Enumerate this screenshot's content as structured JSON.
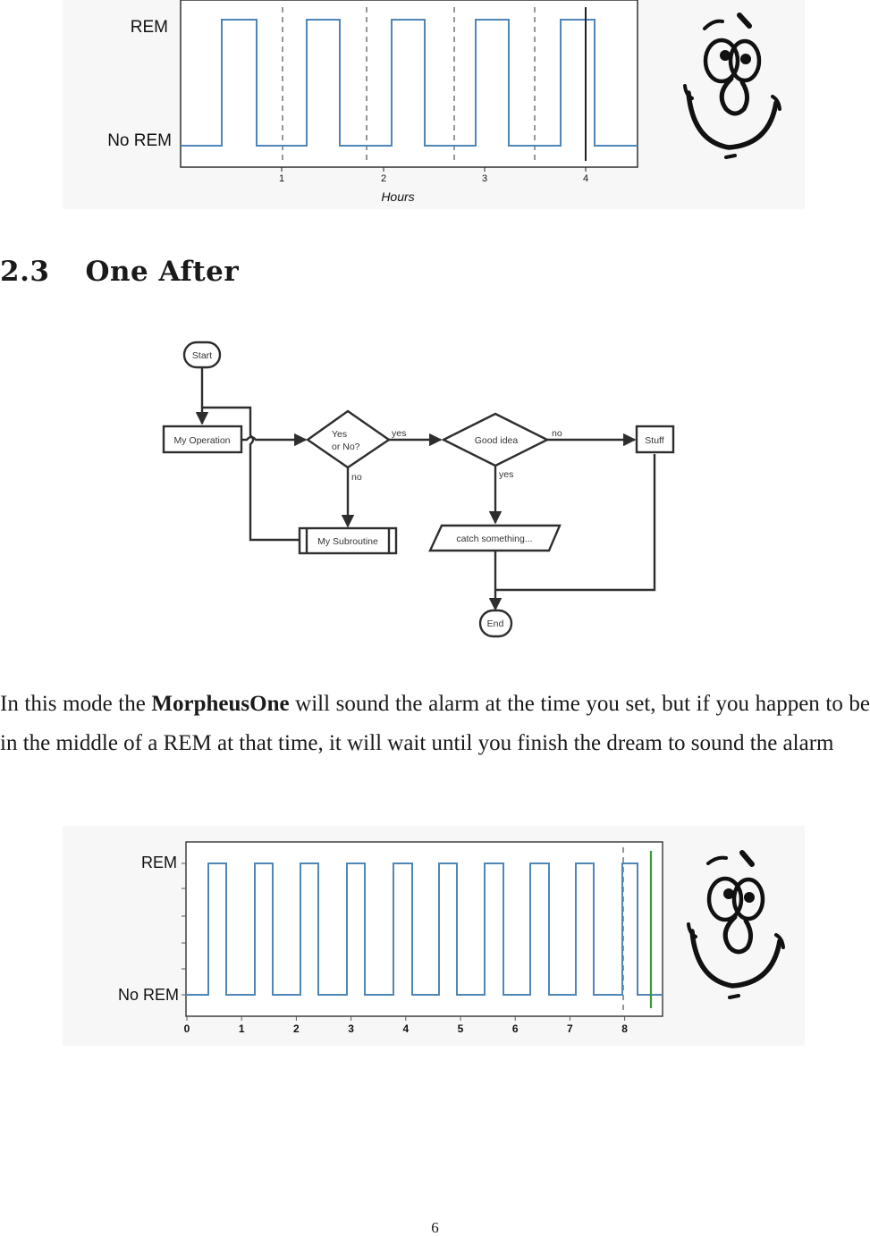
{
  "figure1": {
    "ylabels": [
      "REM",
      "No REM"
    ],
    "xticks": [
      "1",
      "2",
      "3",
      "4"
    ],
    "xlabel": "Hours"
  },
  "section": {
    "number": "2.3",
    "title": "One After"
  },
  "flowchart": {
    "start": "Start",
    "my_operation": "My Operation",
    "decision_line1": "Yes",
    "decision_line2": "or No?",
    "good_idea": "Good idea",
    "stuff": "Stuff",
    "my_subroutine": "My Subroutine",
    "catch": "catch something...",
    "end": "End",
    "edge_yes_1": "yes",
    "edge_no_1": "no",
    "edge_no_2": "no",
    "edge_yes_2": "yes"
  },
  "paragraph": {
    "before": "In this mode the ",
    "bold": "MorpheusOne",
    "after": " will sound the alarm at the time you set, but if you happen to be in the middle of a REM at that time, it will wait until you finish the dream to sound the alarm"
  },
  "figure2": {
    "ylabels": [
      "REM",
      "No REM"
    ],
    "xticks": [
      "0",
      "1",
      "2",
      "3",
      "4",
      "5",
      "6",
      "7",
      "8"
    ]
  },
  "page_number": "6",
  "colors": {
    "signal": "#4f86b8",
    "alarm_marker": "#3a9a3a",
    "dashed": "#8a8a8a"
  }
}
